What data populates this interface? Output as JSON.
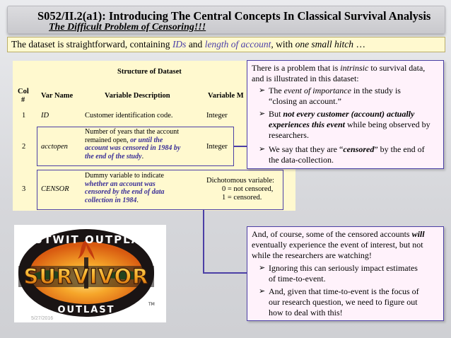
{
  "title": {
    "main": "S052/II.2(a1): Introducing The Central Concepts In Classical Survival Analysis",
    "sub": "The Difficult Problem of Censoring!!!"
  },
  "intro": {
    "part1": "The dataset is straightforward, containing ",
    "ids": "IDs",
    "and": " and ",
    "length": "length of account",
    "part2": ", with ",
    "hitch": "one small hitch",
    "ellipsis": " …"
  },
  "table": {
    "title": "Structure of Dataset",
    "headers": {
      "col_line1": "Col",
      "col_line2": "#",
      "var_name": "Var Name",
      "var_desc": "Variable Description",
      "var_meta": "Variable M"
    },
    "rows": [
      {
        "num": "1",
        "name": "ID",
        "desc_plain": "Customer identification code.",
        "meta": "Integer"
      },
      {
        "num": "2",
        "name": "acctopen",
        "desc_l1": "Number of years that the account",
        "desc_l2a": "remained open, ",
        "desc_l2b": "or until the",
        "desc_l3": "account was censored in 1984 by",
        "desc_l4": "the end of the study",
        "desc_l4_end": ".",
        "meta": "Integer"
      },
      {
        "num": "3",
        "name": "CENSOR",
        "desc_l1": "Dummy variable to indicate",
        "desc_l2": "whether an account was",
        "desc_l3": "censored by the end of data",
        "desc_l4": "collection in 1984",
        "desc_l4_end": ".",
        "meta_l1": "Dichotomous variable:",
        "meta_l2": "0 = not censored,",
        "meta_l3": "1 = censored."
      }
    ]
  },
  "popup1": {
    "l1a": "There is a problem that is ",
    "l1b": "intrinsic",
    "l1c": " to survival data,",
    "l2": "and is illustrated in this dataset:",
    "b1_l1a": "The ",
    "b1_l1b": "event of importance",
    "b1_l1c": " in the study is",
    "b1_l2": "“closing an account.”",
    "b2_l1a": "But ",
    "b2_l1b": "not every customer (account)  actually",
    "b2_l2a": "experiences this event",
    "b2_l2b": " while being observed by",
    "b2_l3": "researchers.",
    "b3_l1a": "We say that they are “",
    "b3_l1b": "censored",
    "b3_l1c": "” by the end of",
    "b3_l2": "the data-collection."
  },
  "popup2": {
    "l1a": "And, of course, some of the censored accounts ",
    "l1b": "will",
    "l2": "eventually experience the event of interest, but not",
    "l3": "while the researchers are watching!",
    "b1_l1": "Ignoring this can seriously impact estimates",
    "b1_l2": "of time-to-event.",
    "b2_l1": "And, given that time-to-event is the focus of",
    "b2_l2": "our research question, we need to figure out",
    "b2_l3": "how to deal with this!"
  },
  "logo": {
    "top_text": "OUTWIT OUTPLAY",
    "main_text": "SURVIVOR",
    "bottom_text": "OUTLAST",
    "tm": "TM"
  },
  "footer": {
    "small": "5/27/2016"
  },
  "colors": {
    "accent": "#4b3fa5",
    "table_bg": "#fff9cf",
    "popup_bg": "#fff2fb"
  }
}
